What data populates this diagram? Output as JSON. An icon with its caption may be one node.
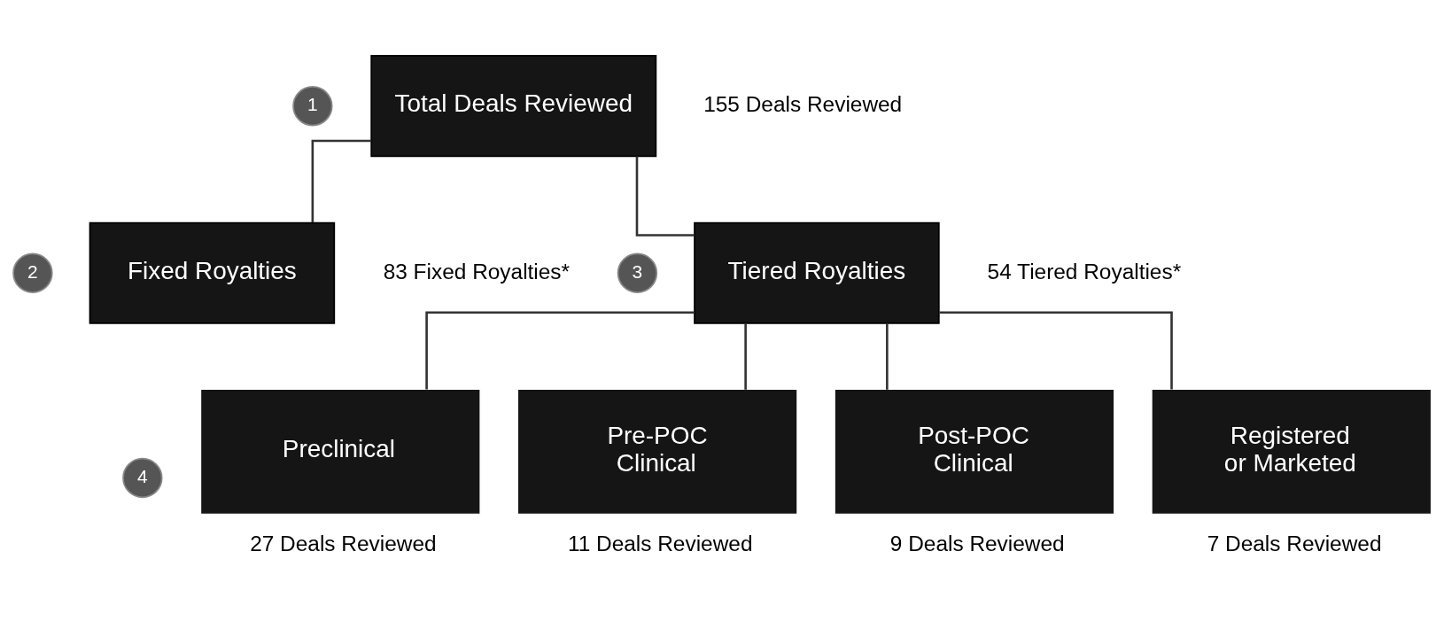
{
  "diagram": {
    "nodes": [
      {
        "text": [
          "1"
        ]
      },
      {
        "text": [
          "Total Deals Reviewed"
        ],
        "beside": [
          "155 Deals Reviewed"
        ]
      },
      {
        "text": [
          "2"
        ]
      },
      {
        "text": [
          "Fixed Royalties"
        ],
        "beside": [
          "83 Fixed Royalties*"
        ]
      },
      {
        "text": [
          "3"
        ]
      },
      {
        "text": [
          "Tiered Royalties"
        ],
        "beside": [
          "54 Tiered Royalties*"
        ]
      },
      {
        "text": [
          "4"
        ]
      },
      {
        "text": [
          "Preclinical"
        ],
        "beside": [
          "27 Deals Reviewed"
        ]
      },
      {
        "text": [
          "Pre-POC Clinical"
        ],
        "beside": [
          "11 Deals Reviewed"
        ]
      },
      {
        "text": [
          "Post-POC Clinical"
        ],
        "beside": [
          "9 Deals Reviewed"
        ]
      },
      {
        "text": [
          "Registered or Marketed"
        ],
        "beside": [
          "7 Deals Reviewed"
        ]
      }
    ],
    "edges": [
      {
        "from": 1,
        "to": 3,
        "arrow": "none"
      },
      {
        "from": 1,
        "to": 5,
        "arrow": "none"
      },
      {
        "from": 5,
        "to": 7,
        "arrow": "none"
      },
      {
        "from": 5,
        "to": 8,
        "arrow": "none"
      },
      {
        "from": 5,
        "to": 9,
        "arrow": "none"
      },
      {
        "from": 5,
        "to": 10,
        "arrow": "none"
      }
    ]
  }
}
